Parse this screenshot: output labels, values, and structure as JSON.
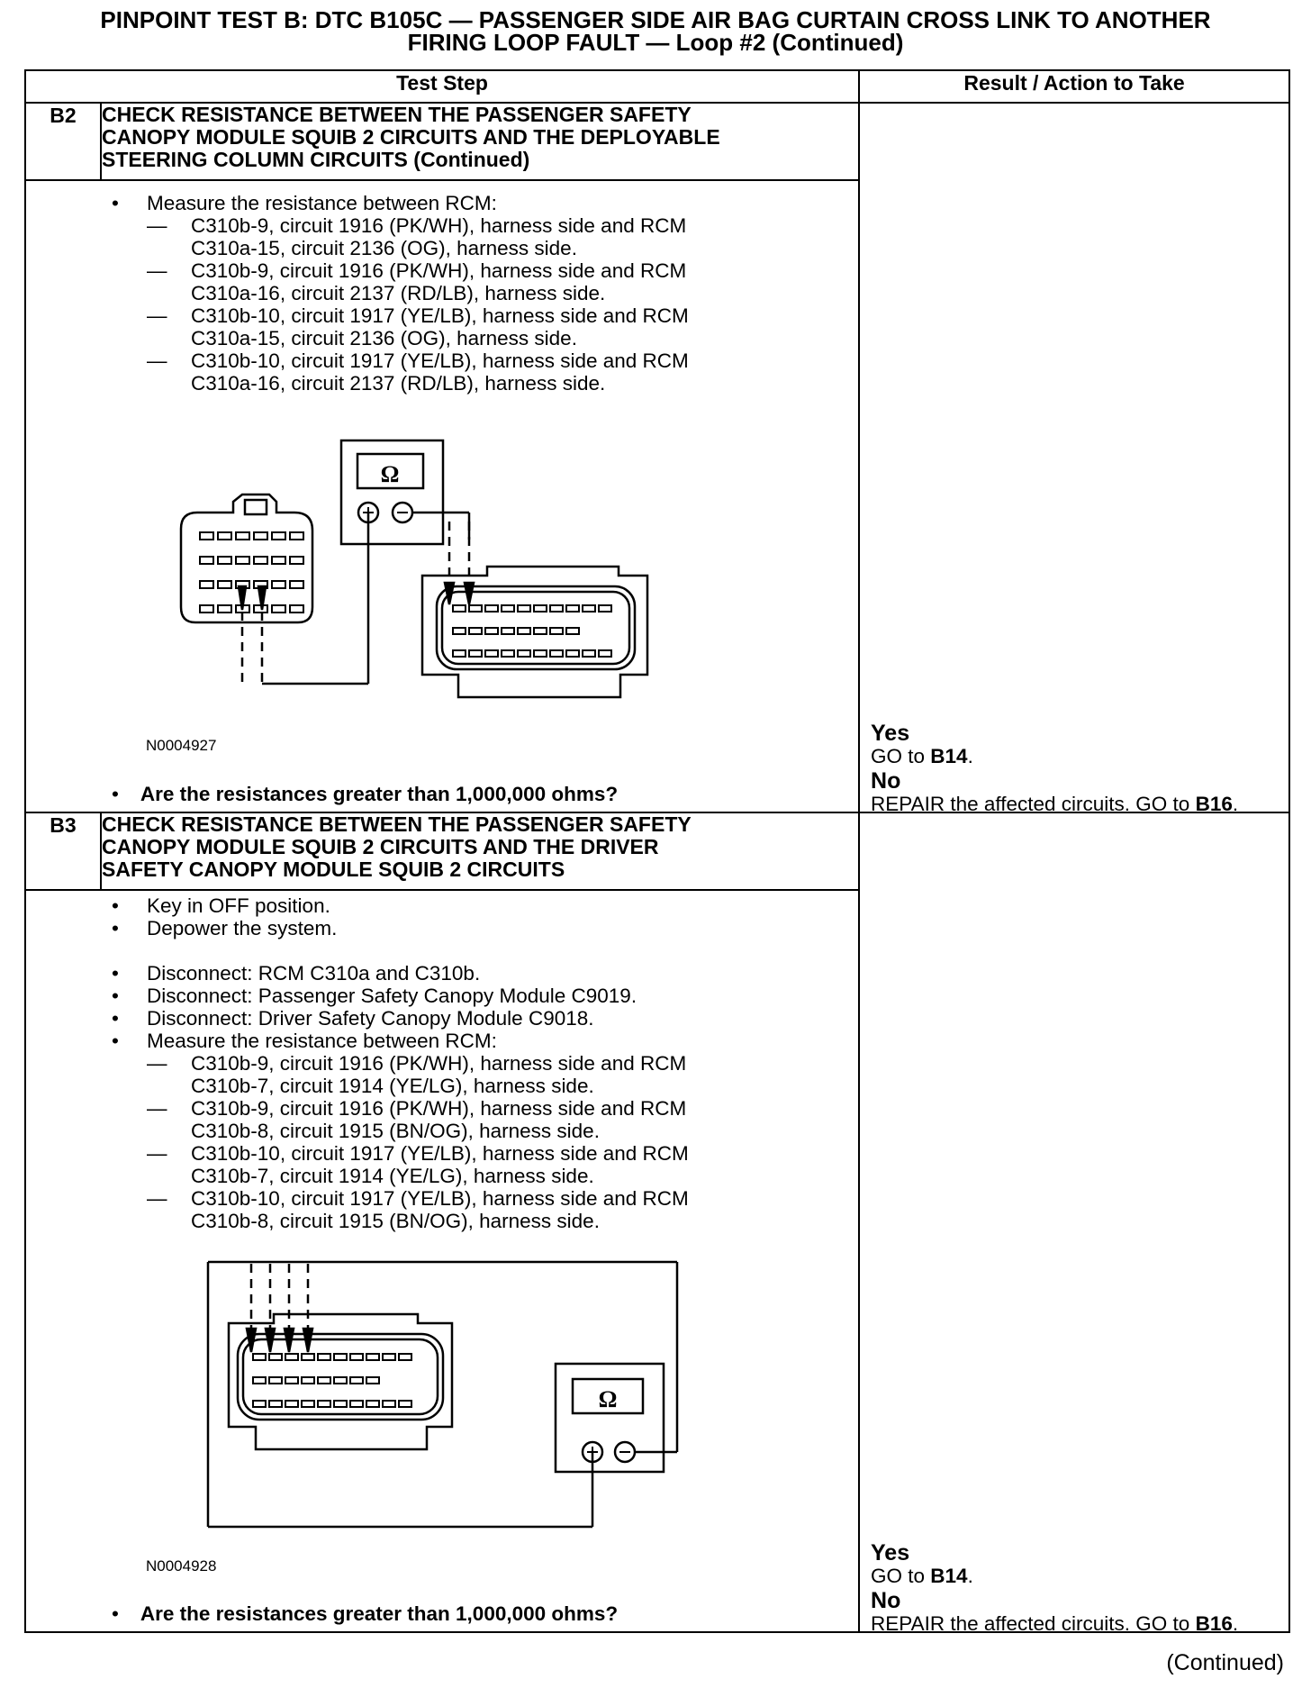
{
  "document": {
    "title_line1": "PINPOINT TEST  B: DTC B105C — PASSENGER SIDE AIR BAG CURTAIN CROSS LINK TO ANOTHER",
    "title_line2": "FIRING LOOP FAULT — Loop #2 (Continued)",
    "col_test_step": "Test Step",
    "col_result": "Result / Action to Take",
    "continued": "(Continued)"
  },
  "steps": [
    {
      "id": "B2",
      "title_lines": [
        "CHECK RESISTANCE BETWEEN THE PASSENGER SAFETY",
        "CANOPY MODULE SQUIB 2 CIRCUITS AND THE DEPLOYABLE",
        "STEERING COLUMN CIRCUITS (Continued)"
      ],
      "bullet_mark": "•",
      "dash_mark": "—",
      "measure": "Measure the resistance between RCM:",
      "dash_items": [
        [
          "C310b-9, circuit 1916 (PK/WH), harness side and RCM",
          "C310a-15, circuit 2136 (OG), harness side."
        ],
        [
          "C310b-9, circuit 1916 (PK/WH), harness side and RCM",
          "C310a-16, circuit 2137 (RD/LB), harness side."
        ],
        [
          "C310b-10, circuit 1917 (YE/LB), harness side and RCM",
          "C310a-15, circuit 2136 (OG), harness side."
        ],
        [
          "C310b-10, circuit 1917 (YE/LB), harness side and RCM",
          "C310a-16, circuit 2137 (RD/LB), harness side."
        ]
      ],
      "figure_id": "N0004927",
      "ohm_symbol": "Ω",
      "plus": "+",
      "minus": "−",
      "question": "Are the resistances greater than 1,000,000 ohms?",
      "result": {
        "yes_label": "Yes",
        "yes_prefix": "GO to ",
        "yes_target": "B14",
        "yes_suffix": ".",
        "no_label": "No",
        "no_prefix": "REPAIR the affected circuits. GO to ",
        "no_target": "B16",
        "no_suffix": "."
      }
    },
    {
      "id": "B3",
      "title_lines": [
        "CHECK RESISTANCE BETWEEN THE PASSENGER SAFETY",
        "CANOPY MODULE SQUIB 2 CIRCUITS AND THE DRIVER",
        "SAFETY CANOPY MODULE SQUIB 2 CIRCUITS"
      ],
      "bullet_mark": "•",
      "dash_mark": "—",
      "bullets_group1": [
        "Key in OFF position.",
        "Depower the system."
      ],
      "bullets_group2": [
        "Disconnect: RCM C310a and C310b.",
        "Disconnect: Passenger Safety Canopy Module C9019.",
        "Disconnect: Driver Safety Canopy Module C9018.",
        "Measure the resistance between RCM:"
      ],
      "dash_items": [
        [
          "C310b-9, circuit 1916 (PK/WH), harness side and RCM",
          "C310b-7, circuit 1914 (YE/LG), harness side."
        ],
        [
          "C310b-9, circuit 1916 (PK/WH), harness side and RCM",
          "C310b-8, circuit 1915 (BN/OG), harness side."
        ],
        [
          "C310b-10, circuit 1917 (YE/LB), harness side and RCM",
          "C310b-7, circuit 1914 (YE/LG), harness side."
        ],
        [
          "C310b-10, circuit 1917 (YE/LB), harness side and RCM",
          "C310b-8, circuit 1915 (BN/OG), harness side."
        ]
      ],
      "figure_id": "N0004928",
      "ohm_symbol": "Ω",
      "plus": "+",
      "minus": "−",
      "question": "Are the resistances greater than 1,000,000 ohms?",
      "result": {
        "yes_label": "Yes",
        "yes_prefix": "GO to ",
        "yes_target": "B14",
        "yes_suffix": ".",
        "no_label": "No",
        "no_prefix": "REPAIR the affected circuits. GO to ",
        "no_target": "B16",
        "no_suffix": "."
      }
    }
  ]
}
